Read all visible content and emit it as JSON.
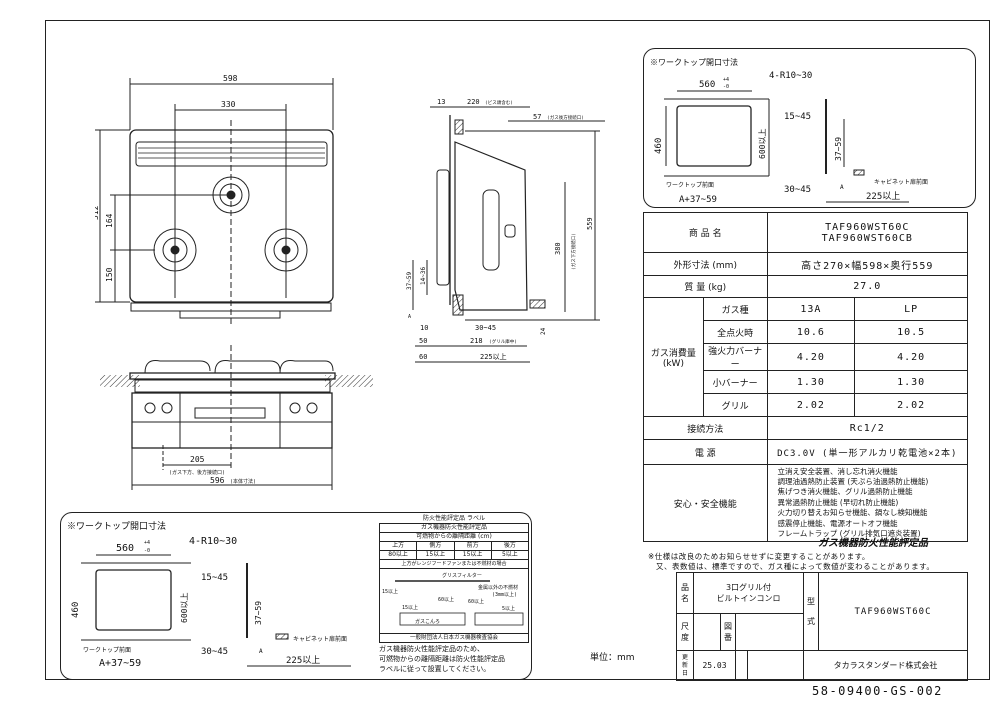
{
  "top_view": {
    "dim_width": "598",
    "dim_burner_spacing": "330",
    "dim_depth": "512",
    "dim_rear_burner": "164",
    "dim_front_burner": "150"
  },
  "front_view": {
    "dim_gas_inlet": "205",
    "dim_gas_inlet_note": "(ガス下方、後方接続口)",
    "dim_body_width": "596",
    "dim_body_width_note": "(本体寸法)"
  },
  "side_view": {
    "dim_13": "13",
    "dim_220": "220",
    "dim_220_note": "(ビス頭含む)",
    "dim_57": "57",
    "dim_57_note": "(ガス後方接続口)",
    "dim_559": "559",
    "dim_380": "380",
    "dim_380_note": "(ガス下方接続口)",
    "dim_37_59": "37~59",
    "dim_14_36": "14~36",
    "dim_10": "10",
    "dim_30_45": "30~45",
    "dim_24": "24",
    "dim_50": "50",
    "dim_218": "218",
    "dim_218_note": "(グリル庫中)",
    "dim_60": "60",
    "dim_225": "225以上",
    "label_a": "A"
  },
  "opening_inset": {
    "title": "※ワークトップ開口寸法",
    "dim_width": "560",
    "tol_plus": "+4",
    "tol_minus": "-0",
    "dim_depth": "460",
    "corner_radius": "4-R10~30",
    "dim_600": "600以上",
    "worktop_front": "ワークトップ前面",
    "dim_a": "A+37~59",
    "dim_15_45": "15~45",
    "dim_37_59": "37~59",
    "dim_30_45": "30~45",
    "cabinet_front": "キャビネット扉前面",
    "dim_225": "225以上",
    "label_a": "A"
  },
  "fire_label": {
    "heading": "防火性能評定品 ラベル",
    "title": "ガス機器防火性能評定品",
    "subtitle": "可燃物からの離隔距離 (cm)",
    "columns": [
      "上方",
      "側方",
      "前方",
      "後方"
    ],
    "values": [
      "80以上",
      "15以上",
      "15以上",
      "5以上"
    ],
    "note_hood": "上方がレンジフードファンまたは不燃材の場合",
    "grease_filter": "グリスフィルター",
    "metal_plate": "金属以外の不燃材",
    "metal_thickness": "(3mm以上)",
    "d15a": "15以上",
    "d60a": "60以上",
    "d15b": "15以上",
    "d60b": "60以上",
    "d5": "5以上",
    "stove": "ガスこんろ",
    "assoc": "一般財団法人日本ガス機器検査協会",
    "caption": [
      "ガス機器防火性能評定品のため、",
      "可燃物からの離隔距離は防火性能評定品",
      "ラベルに従って設置してください。"
    ]
  },
  "spec_table": {
    "product_name_label": "商 品 名",
    "product_names": [
      "TAF960WST60C",
      "TAF960WST60CB"
    ],
    "dimensions_label": "外形寸法 (mm)",
    "dimensions_value": "高さ270×幅598×奥行559",
    "mass_label": "質 量 (kg)",
    "mass_value": "27.0",
    "gas_consumption_label": "ガス消費量",
    "gas_consumption_unit": "(kW)",
    "gas_rows": [
      {
        "label": "ガス種",
        "a": "13A",
        "b": "LP"
      },
      {
        "label": "全点火時",
        "a": "10.6",
        "b": "10.5"
      },
      {
        "label": "強火力バーナー",
        "a": "4.20",
        "b": "4.20"
      },
      {
        "label": "小バーナー",
        "a": "1.30",
        "b": "1.30"
      },
      {
        "label": "グリル",
        "a": "2.02",
        "b": "2.02"
      }
    ],
    "connection_label": "接続方法",
    "connection_value": "Rc1/2",
    "power_label": "電 源",
    "power_value": "DC3.0V (単一形アルカリ乾電池×2本)",
    "safety_label": "安心・安全機能",
    "safety_items": [
      "立消え安全装置、消し忘れ消火機能",
      "調理油過熱防止装置 (天ぷら油過熱防止機能)",
      "焦げつき消火機能、グリル過熱防止機能",
      "異常過熱防止機能 (早切れ防止機能)",
      "火力切り替えお知らせ機能、鍋なし検知機能",
      "感震停止機能、電源オートオフ機能",
      "フレームトラップ (グリル排気口遮炎装置)"
    ]
  },
  "certification": "ガス機器防火性能評定品",
  "notes": [
    "※仕様は改良のためお知らせせずに変更することがあります。",
    "又、表数値は、標準ですので、ガス種によって数値が変わることがあります。"
  ],
  "unit_label": "単位：mm",
  "title_block": {
    "name_label": [
      "品",
      "名"
    ],
    "name_value": [
      "3口グリル付",
      "ビルトインコンロ"
    ],
    "model_label": [
      "型",
      "式"
    ],
    "model_value": "TAF960WST60C",
    "scale_label": [
      "尺",
      "度"
    ],
    "drawing_no_label": [
      "図",
      "番"
    ],
    "updated_label": [
      "更",
      "新",
      "日"
    ],
    "updated_value": "25.03",
    "company": "タカラスタンダード株式会社"
  },
  "drawing_number": "58-09400-GS-002"
}
